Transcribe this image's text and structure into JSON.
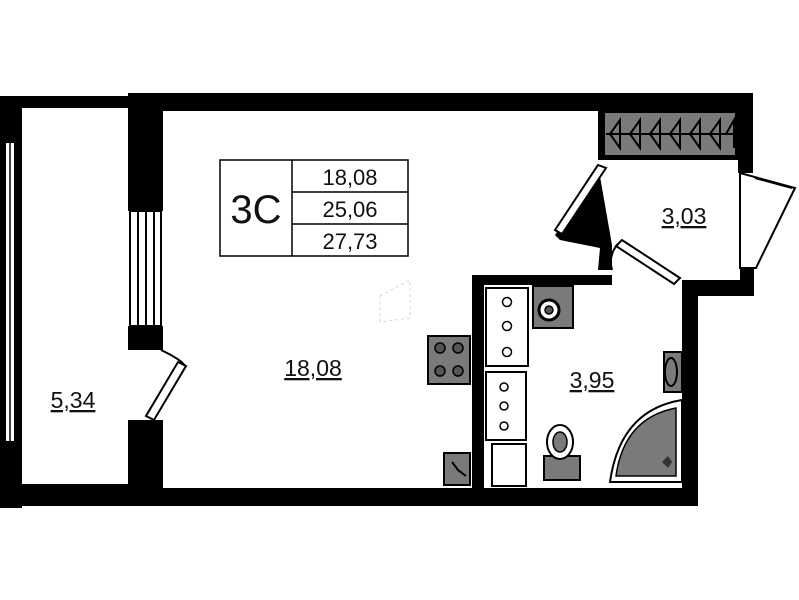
{
  "plan": {
    "apartment_code": "3C",
    "areas": {
      "living": "18,08",
      "total": "25,06",
      "with_balcony": "27,73"
    },
    "rooms": {
      "balcony": "5,34",
      "main_room": "18,08",
      "hallway": "3,03",
      "bathroom": "3,95"
    }
  },
  "colors": {
    "wall": "#000000",
    "fixture": "#7a7a7a",
    "background": "#ffffff"
  }
}
